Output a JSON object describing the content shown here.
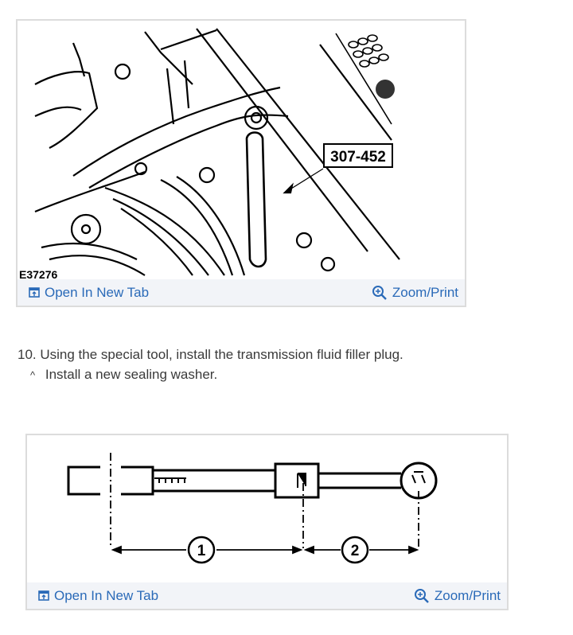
{
  "figure1": {
    "callout_label": "307-452",
    "figure_id": "E37276",
    "open_link": "Open In New Tab",
    "zoom_link": "Zoom/Print"
  },
  "step": {
    "number": "10.",
    "text": "Using the special tool, install the transmission fluid filler plug.",
    "substep_marker": "^",
    "substep_text": "Install a new sealing washer."
  },
  "figure2": {
    "dimension_1": "1",
    "dimension_2": "2",
    "open_link": "Open In New Tab",
    "zoom_link": "Zoom/Print"
  },
  "colors": {
    "link": "#2a6ab8",
    "footer_bg": "#f2f4f8",
    "frame_border": "#dcdcdc"
  }
}
